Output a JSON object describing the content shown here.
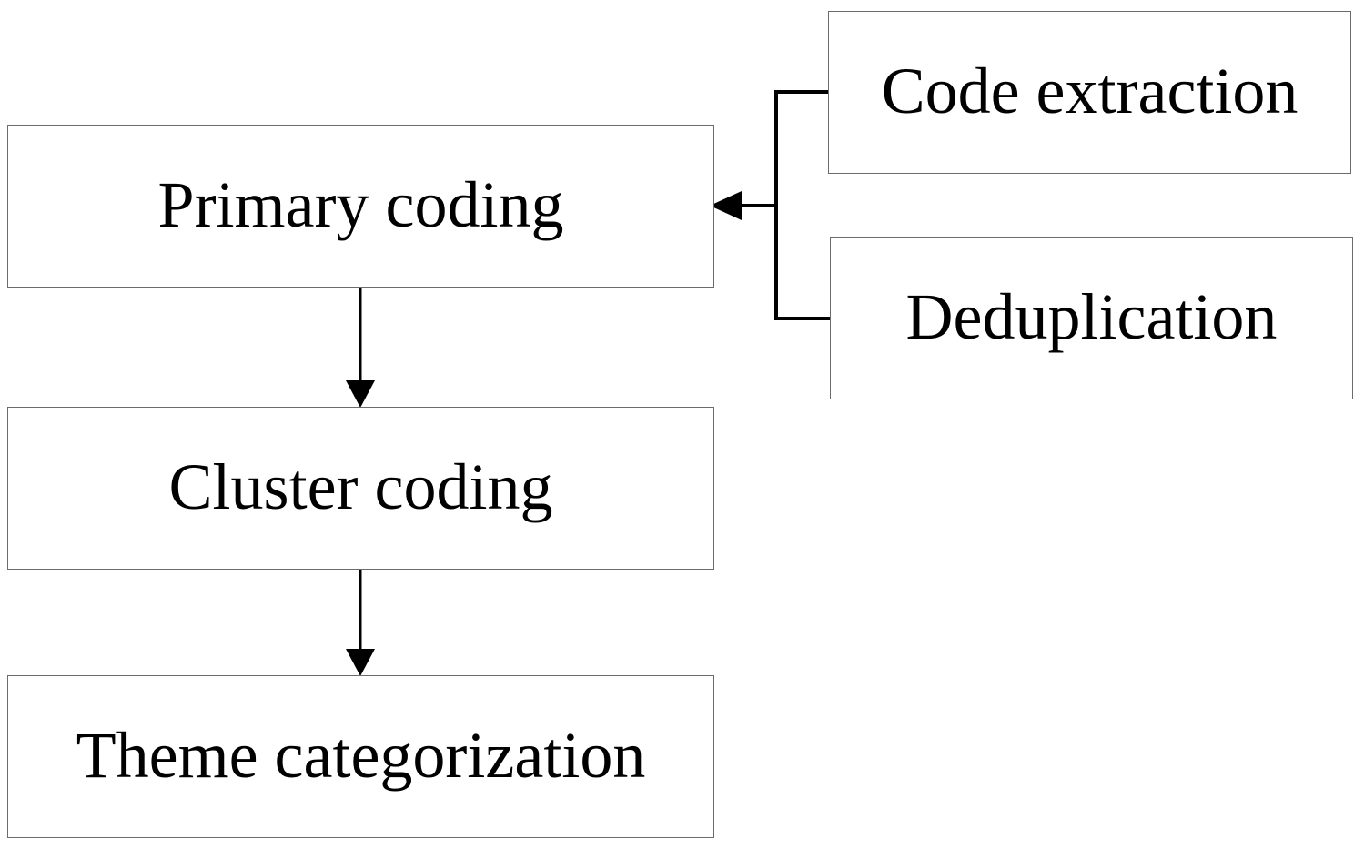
{
  "diagram": {
    "nodes": {
      "primary_coding": "Primary coding",
      "cluster_coding": "Cluster coding",
      "theme_categorization": "Theme categorization",
      "code_extraction": "Code extraction",
      "deduplication": "Deduplication"
    },
    "edges": [
      {
        "from": "code_extraction",
        "to": "primary_coding"
      },
      {
        "from": "deduplication",
        "to": "primary_coding"
      },
      {
        "from": "primary_coding",
        "to": "cluster_coding"
      },
      {
        "from": "cluster_coding",
        "to": "theme_categorization"
      }
    ],
    "colors": {
      "box_border": "#6b6b6b",
      "line": "#000000",
      "background": "#ffffff"
    }
  }
}
